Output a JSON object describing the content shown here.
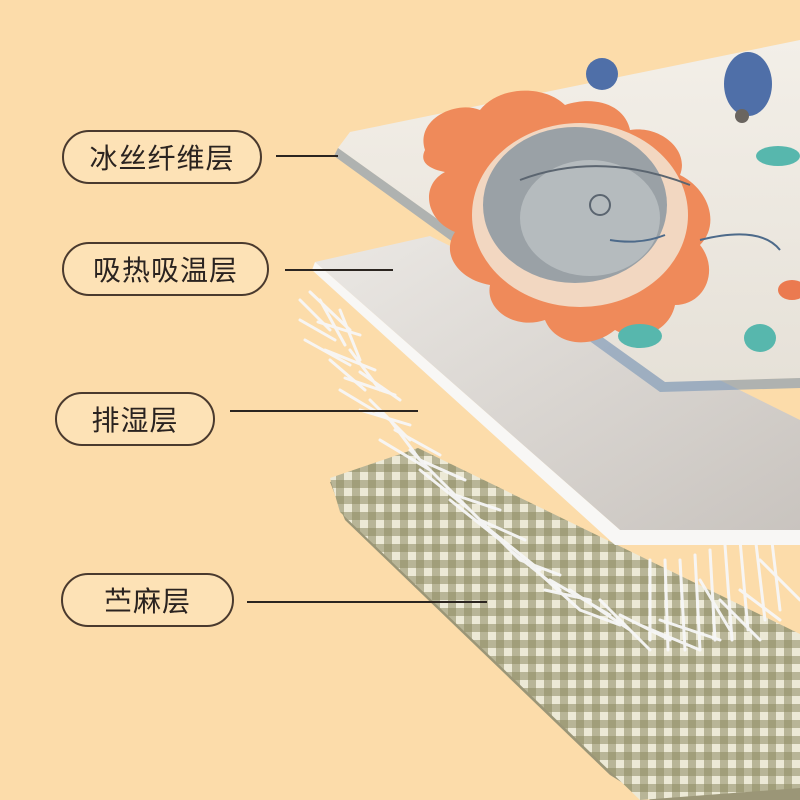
{
  "labels": {
    "layer1": "冰丝纤维层",
    "layer2": "吸热吸温层",
    "layer3": "排湿层",
    "layer4": "苎麻层"
  },
  "colors": {
    "background": "#fcdcaa",
    "label_border": "#4a3a2e",
    "leader_line": "#2b2520",
    "gingham_dark": "#7f7a55",
    "gingham_light": "#e9e6d3",
    "panel_grey": "#d5d1cd",
    "lion_orange": "#ef8a5a"
  }
}
